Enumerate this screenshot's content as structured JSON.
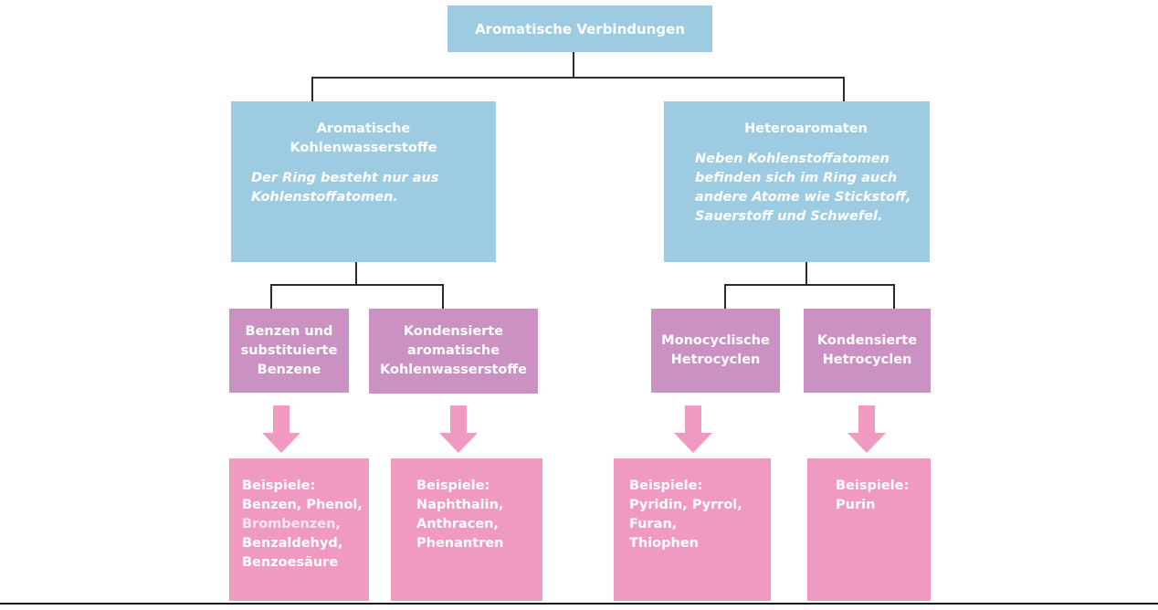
{
  "root": {
    "label": "Aromatische Verbindungen"
  },
  "categories": [
    {
      "title": "Aromatische\nKohlenwasserstoffe",
      "description": "Der Ring besteht nur aus Kohlenstoffatomen."
    },
    {
      "title": "Heteroaromaten",
      "description": "Neben Kohlenstoffatomen befinden sich im Ring auch andere Atome wie Stickstoff, Sauerstoff und Schwefel."
    }
  ],
  "subcategories": [
    {
      "label": "Benzen und substituierte Benzene"
    },
    {
      "label": "Kondensierte aromatische Kohlenwasserstoffe"
    },
    {
      "label": "Monocyclische Hetrocyclen"
    },
    {
      "label": "Kondensierte Hetrocyclen"
    }
  ],
  "examples": [
    {
      "heading": "Beispiele:",
      "items": [
        "Benzen, Phenol,",
        "Brombenzen,",
        "Benzaldehyd,",
        "Benzoesäure"
      ]
    },
    {
      "heading": "Beispiele:",
      "items": [
        "Naphthalin,",
        "Anthracen,",
        "Phenantren"
      ]
    },
    {
      "heading": "Beispiele:",
      "items": [
        "Pyridin, Pyrrol,",
        "Furan,",
        "Thiophen"
      ]
    },
    {
      "heading": "Beispiele:",
      "items": [
        "Purin"
      ]
    }
  ],
  "colors": {
    "category_fill": "#9ccbe2",
    "subcategory_fill": "#cc91c3",
    "example_fill": "#f19ac1",
    "arrow_fill": "#f19ac1",
    "connector": "#2b2b2b"
  }
}
